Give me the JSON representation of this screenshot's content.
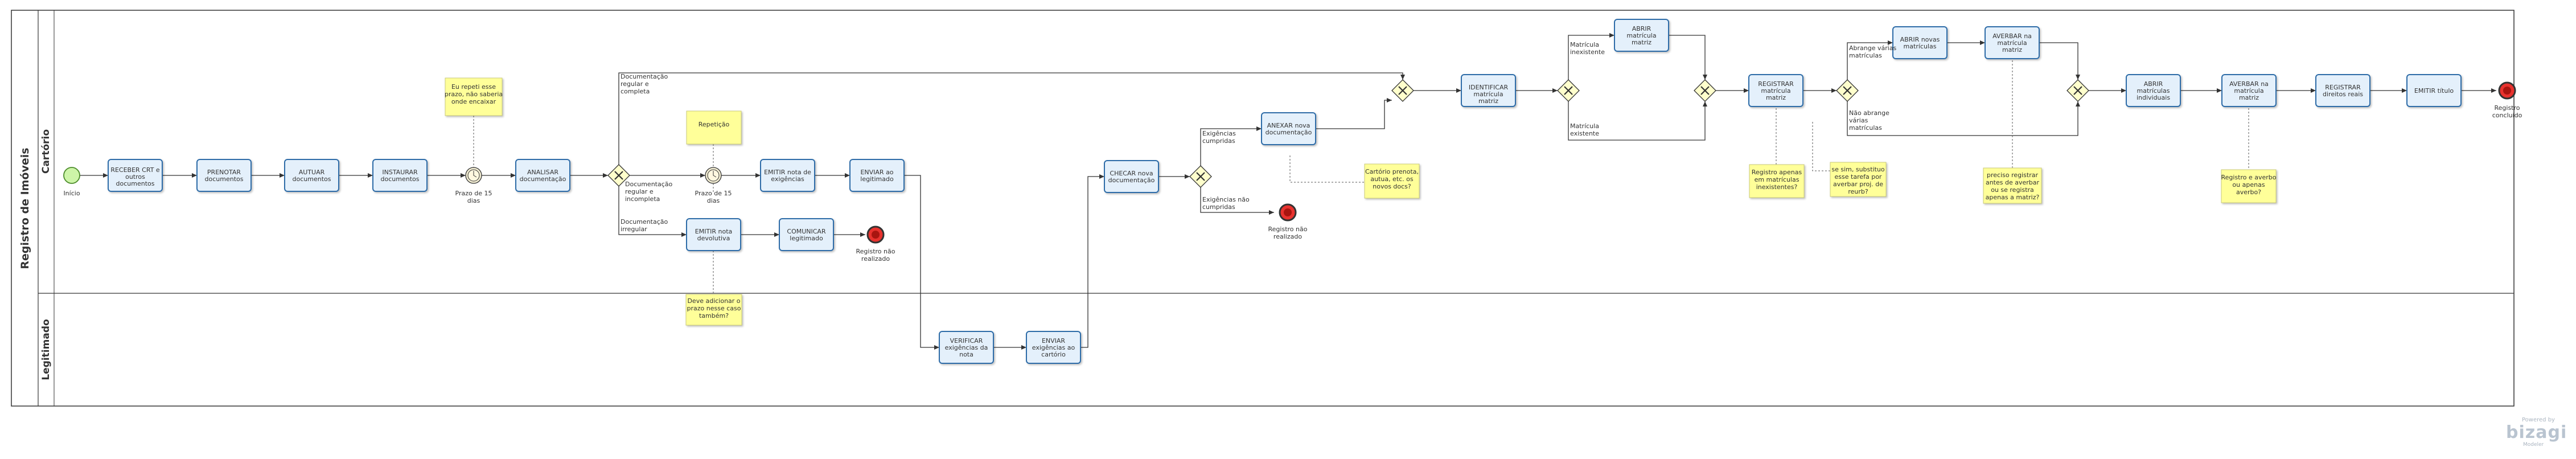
{
  "pool": {
    "title": "Registro de Imóveis"
  },
  "lanes": [
    {
      "name": "Cartório"
    },
    {
      "name": "Legitimado"
    }
  ],
  "events": [
    {
      "id": "start",
      "label": "Início"
    },
    {
      "id": "end1",
      "label": "Registro não realizado"
    },
    {
      "id": "end2",
      "label": "Registro não realizado"
    },
    {
      "id": "end3",
      "label": "Registro concluído"
    }
  ],
  "timers": [
    {
      "id": "tm1",
      "label": "Prazo de 15 dias"
    },
    {
      "id": "tm2",
      "label": "Prazo de 15 dias"
    }
  ],
  "tasks": [
    {
      "id": "t_receber",
      "label": "RECEBER CRT e outros documentos"
    },
    {
      "id": "t_prenotar",
      "label": "PRENOTAR documentos"
    },
    {
      "id": "t_autuar",
      "label": "AUTUAR documentos"
    },
    {
      "id": "t_instaurar",
      "label": "INSTAURAR documentos"
    },
    {
      "id": "t_analisar",
      "label": "ANALISAR documentação"
    },
    {
      "id": "t_emitir_exig",
      "label": "EMITIR nota de exigências"
    },
    {
      "id": "t_enviar_leg",
      "label": "ENVIAR ao legitimado"
    },
    {
      "id": "t_emitir_dev",
      "label": "EMITIR nota devolutiva"
    },
    {
      "id": "t_comunicar",
      "label": "COMUNICAR legitimado"
    },
    {
      "id": "t_checar",
      "label": "CHECAR nova documentação"
    },
    {
      "id": "t_anexar",
      "label": "ANEXAR nova documentação"
    },
    {
      "id": "t_identificar",
      "label": "IDENTIFICAR matrícula matriz"
    },
    {
      "id": "t_abrir_matriz",
      "label": "ABRIR matrícula matriz"
    },
    {
      "id": "t_registrar_matriz",
      "label": "REGISTRAR matrícula matriz"
    },
    {
      "id": "t_abrir_novas",
      "label": "ABRIR novas matrículas"
    },
    {
      "id": "t_averbar_matriz",
      "label": "AVERBAR na matrícula matriz"
    },
    {
      "id": "t_abrir_indiv",
      "label": "ABRIR matrículas individuais"
    },
    {
      "id": "t_averbar_matriz2",
      "label": "AVERBAR na matrícula matriz"
    },
    {
      "id": "t_registrar_direitos",
      "label": "REGISTRAR direitos reais"
    },
    {
      "id": "t_emitir_titulo",
      "label": "EMITIR título"
    },
    {
      "id": "t_verificar",
      "label": "VERIFICAR exigências da nota"
    },
    {
      "id": "t_enviar_cart",
      "label": "ENVIAR exigências ao cartório"
    }
  ],
  "annotations": [
    {
      "id": "a1",
      "text": "Eu repeti esse prazo, não saberia onde encaixar"
    },
    {
      "id": "a2",
      "text": "Repetição"
    },
    {
      "id": "a3",
      "text": "Deve adicionar o prazo nesse caso também?"
    },
    {
      "id": "a4",
      "text": "Cartório prenota, autua, etc. os novos docs?"
    },
    {
      "id": "a5",
      "text": "Registro apenas em matrículas inexistentes?"
    },
    {
      "id": "a6",
      "text": "se sim, substituo esse tarefa por averbar proj. de reurb?"
    },
    {
      "id": "a7",
      "text": "preciso registrar antes de averbar ou se registra apenas a matriz?"
    },
    {
      "id": "a8",
      "text": "Registro e averbo ou apenas averbo?"
    }
  ],
  "flow_labels": [
    {
      "id": "f1",
      "text": "Documentação regular e completa"
    },
    {
      "id": "f2",
      "text": "Documentação regular e incompleta"
    },
    {
      "id": "f3",
      "text": "Documentação irregular"
    },
    {
      "id": "f4",
      "text": "Exigências cumpridas"
    },
    {
      "id": "f5",
      "text": "Exigências não cumpridas"
    },
    {
      "id": "f6",
      "text": "Matrícula inexistente"
    },
    {
      "id": "f7",
      "text": "Matrícula existente"
    },
    {
      "id": "f8",
      "text": "Abrange várias matrículas"
    },
    {
      "id": "f9",
      "text": "Não abrange várias matrículas"
    }
  ],
  "colors": {
    "task_fill": "#e4f0fb",
    "task_stroke": "#2d6ca8",
    "gateway_fill": "#ffffcc",
    "note_fill": "#ffff99",
    "start_fill": "#cdf5a8",
    "end_fill": "#e8322e"
  },
  "logo": {
    "by": "Powered by",
    "brand": "bizagi",
    "module": "Modeler"
  }
}
